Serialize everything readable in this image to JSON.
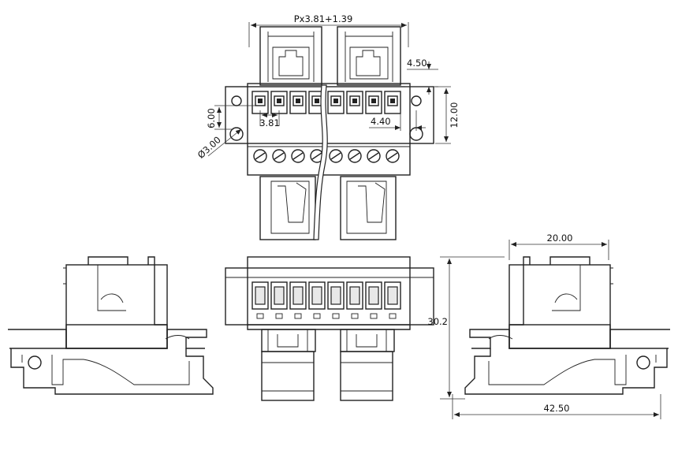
{
  "dimensions": {
    "pitch_formula": "Px3.81+1.39",
    "d_4_50": "4.50",
    "d_6_00": "6.00",
    "d_3_81": "3.81",
    "d_4_40": "4.40",
    "d_12_00": "12.00",
    "d_hole": "Ø3.00",
    "d_20_00": "20.00",
    "d_30_2": "30.2",
    "d_42_50": "42.50"
  },
  "colors": {
    "line": "#222222",
    "background": "#ffffff"
  }
}
